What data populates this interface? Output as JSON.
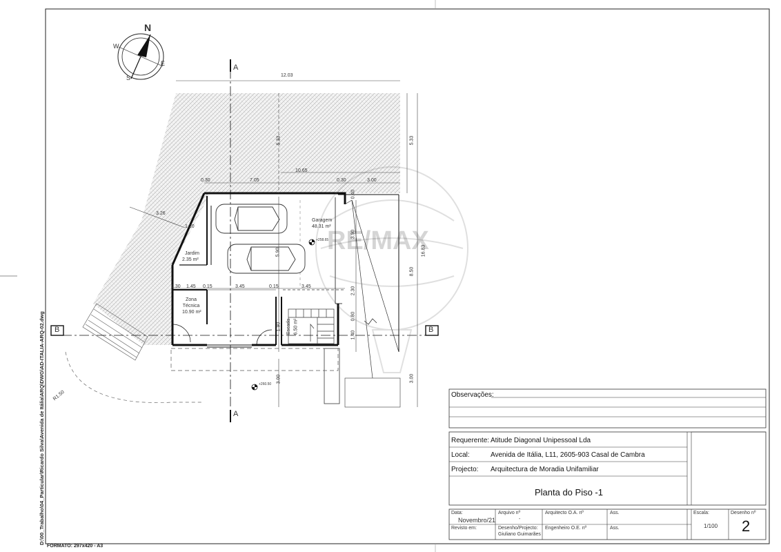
{
  "drawing": {
    "compass": {
      "n": "N",
      "e": "E",
      "s": "S",
      "w": "W"
    },
    "section_marks": {
      "a_top": "A",
      "a_bottom": "A",
      "b_left": "B",
      "b_right": "B"
    },
    "dimensions": {
      "total_width": "12.03",
      "inner_width": "10.65",
      "d030a": "0.30",
      "d705": "7.05",
      "d030b": "0.30",
      "d300": "3.00",
      "d533_left": "5.33",
      "d533_right": "5.33",
      "d1683": "16.83",
      "d850": "8.50",
      "d300_right": "3.00",
      "d390": "3.90",
      "d230": "2.30",
      "d080": "0.80",
      "d140": "1.40",
      "d040": "0.40",
      "row_130": "1.30",
      "row_145": "1.45",
      "row_015a": "0.15",
      "row_345a": "3.45",
      "row_015b": "0.15",
      "row_345b": "3.45",
      "d326": "3.26",
      "d120": "1.20",
      "d590": "5.90",
      "d190": "1.90",
      "d300_bottom": "3.00",
      "radius": "R1.50"
    },
    "rooms": {
      "garage_name": "Garagem",
      "garage_area": "48.31 m²",
      "garage_level": "+258.65",
      "garden_name": "Jardim",
      "garden_area": "2.35 m²",
      "tech_name": "Zona Técnica",
      "tech_area": "10.90 m²",
      "stair_name": "Escada",
      "stair_area": "6.50 m²",
      "outside_level": "+260.50"
    },
    "watermark": "RE/MAX"
  },
  "titleblock": {
    "observacoes_label": "Observações:",
    "requerente_label": "Requerente:",
    "requerente_value": "Atitude Diagonal Unipessoal Lda",
    "local_label": "Local:",
    "local_value": "Avenida de Itália, L11, 2605-903 Casal de Cambra",
    "projecto_label": "Projecto:",
    "projecto_value": "Arquitectura de Moradia Unifamiliar",
    "sheet_title": "Planta do Piso -1",
    "data_label": "Data:",
    "data_value": "Novembro/21",
    "revisto_label": "Revisto em:",
    "arquivo_label": "Arquivo nº",
    "arquivo_value": "-",
    "desenho_projecto_label": "Desenho/Projecto:",
    "desenho_projecto_value": "Giuliano Guimarães",
    "arquitecto_label": "Arquitecto O.A. nº",
    "engenheiro_label": "Engenheiro O.E. nº",
    "ass1_label": "Ass.",
    "ass2_label": "Ass.",
    "escala_label": "Escala:",
    "escala_value": "1/100",
    "desenho_no_label": "Desenho nº",
    "desenho_no_value": "2"
  },
  "file_path": "D:\\00_Trabalho\\04_Particular\\Ricardo Silva\\Avenida de Itália\\ARQ\\DWG\\AD-ITALIA-ARQ-02.dwg",
  "format_label": "FORMATO: 297x420 - A3"
}
